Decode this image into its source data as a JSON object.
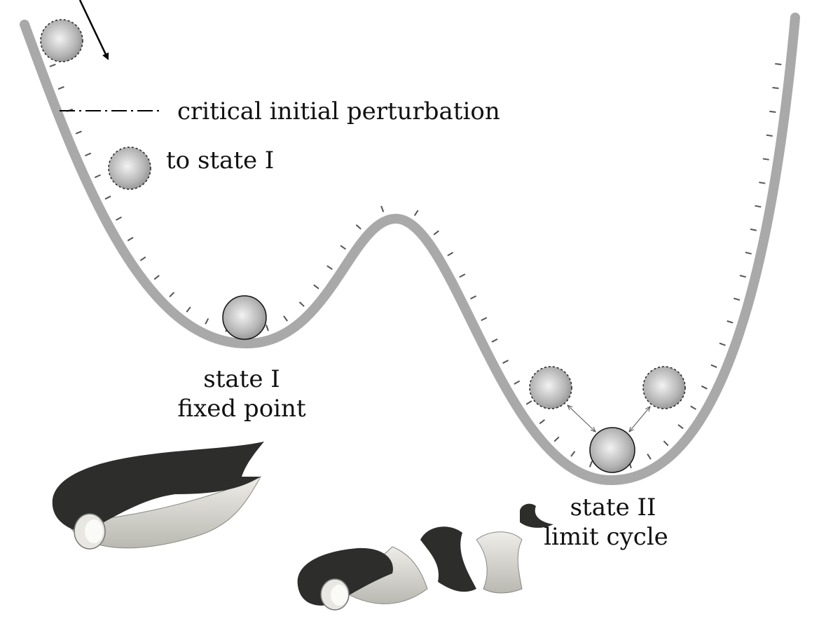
{
  "labels": {
    "critical": "critical initial perturbation",
    "to_state_1": "to state I",
    "state_1_title": "state I",
    "state_1_sub": "fixed point",
    "state_2_title": "state II",
    "state_2_sub": "limit cycle"
  },
  "colors": {
    "curve": "#a9a9a9",
    "ticks": "#555555",
    "ball": "#b5b5b5",
    "vortex_dark": "#2d2d2b",
    "vortex_light": "#d9d8d2"
  },
  "tick_count": 62
}
